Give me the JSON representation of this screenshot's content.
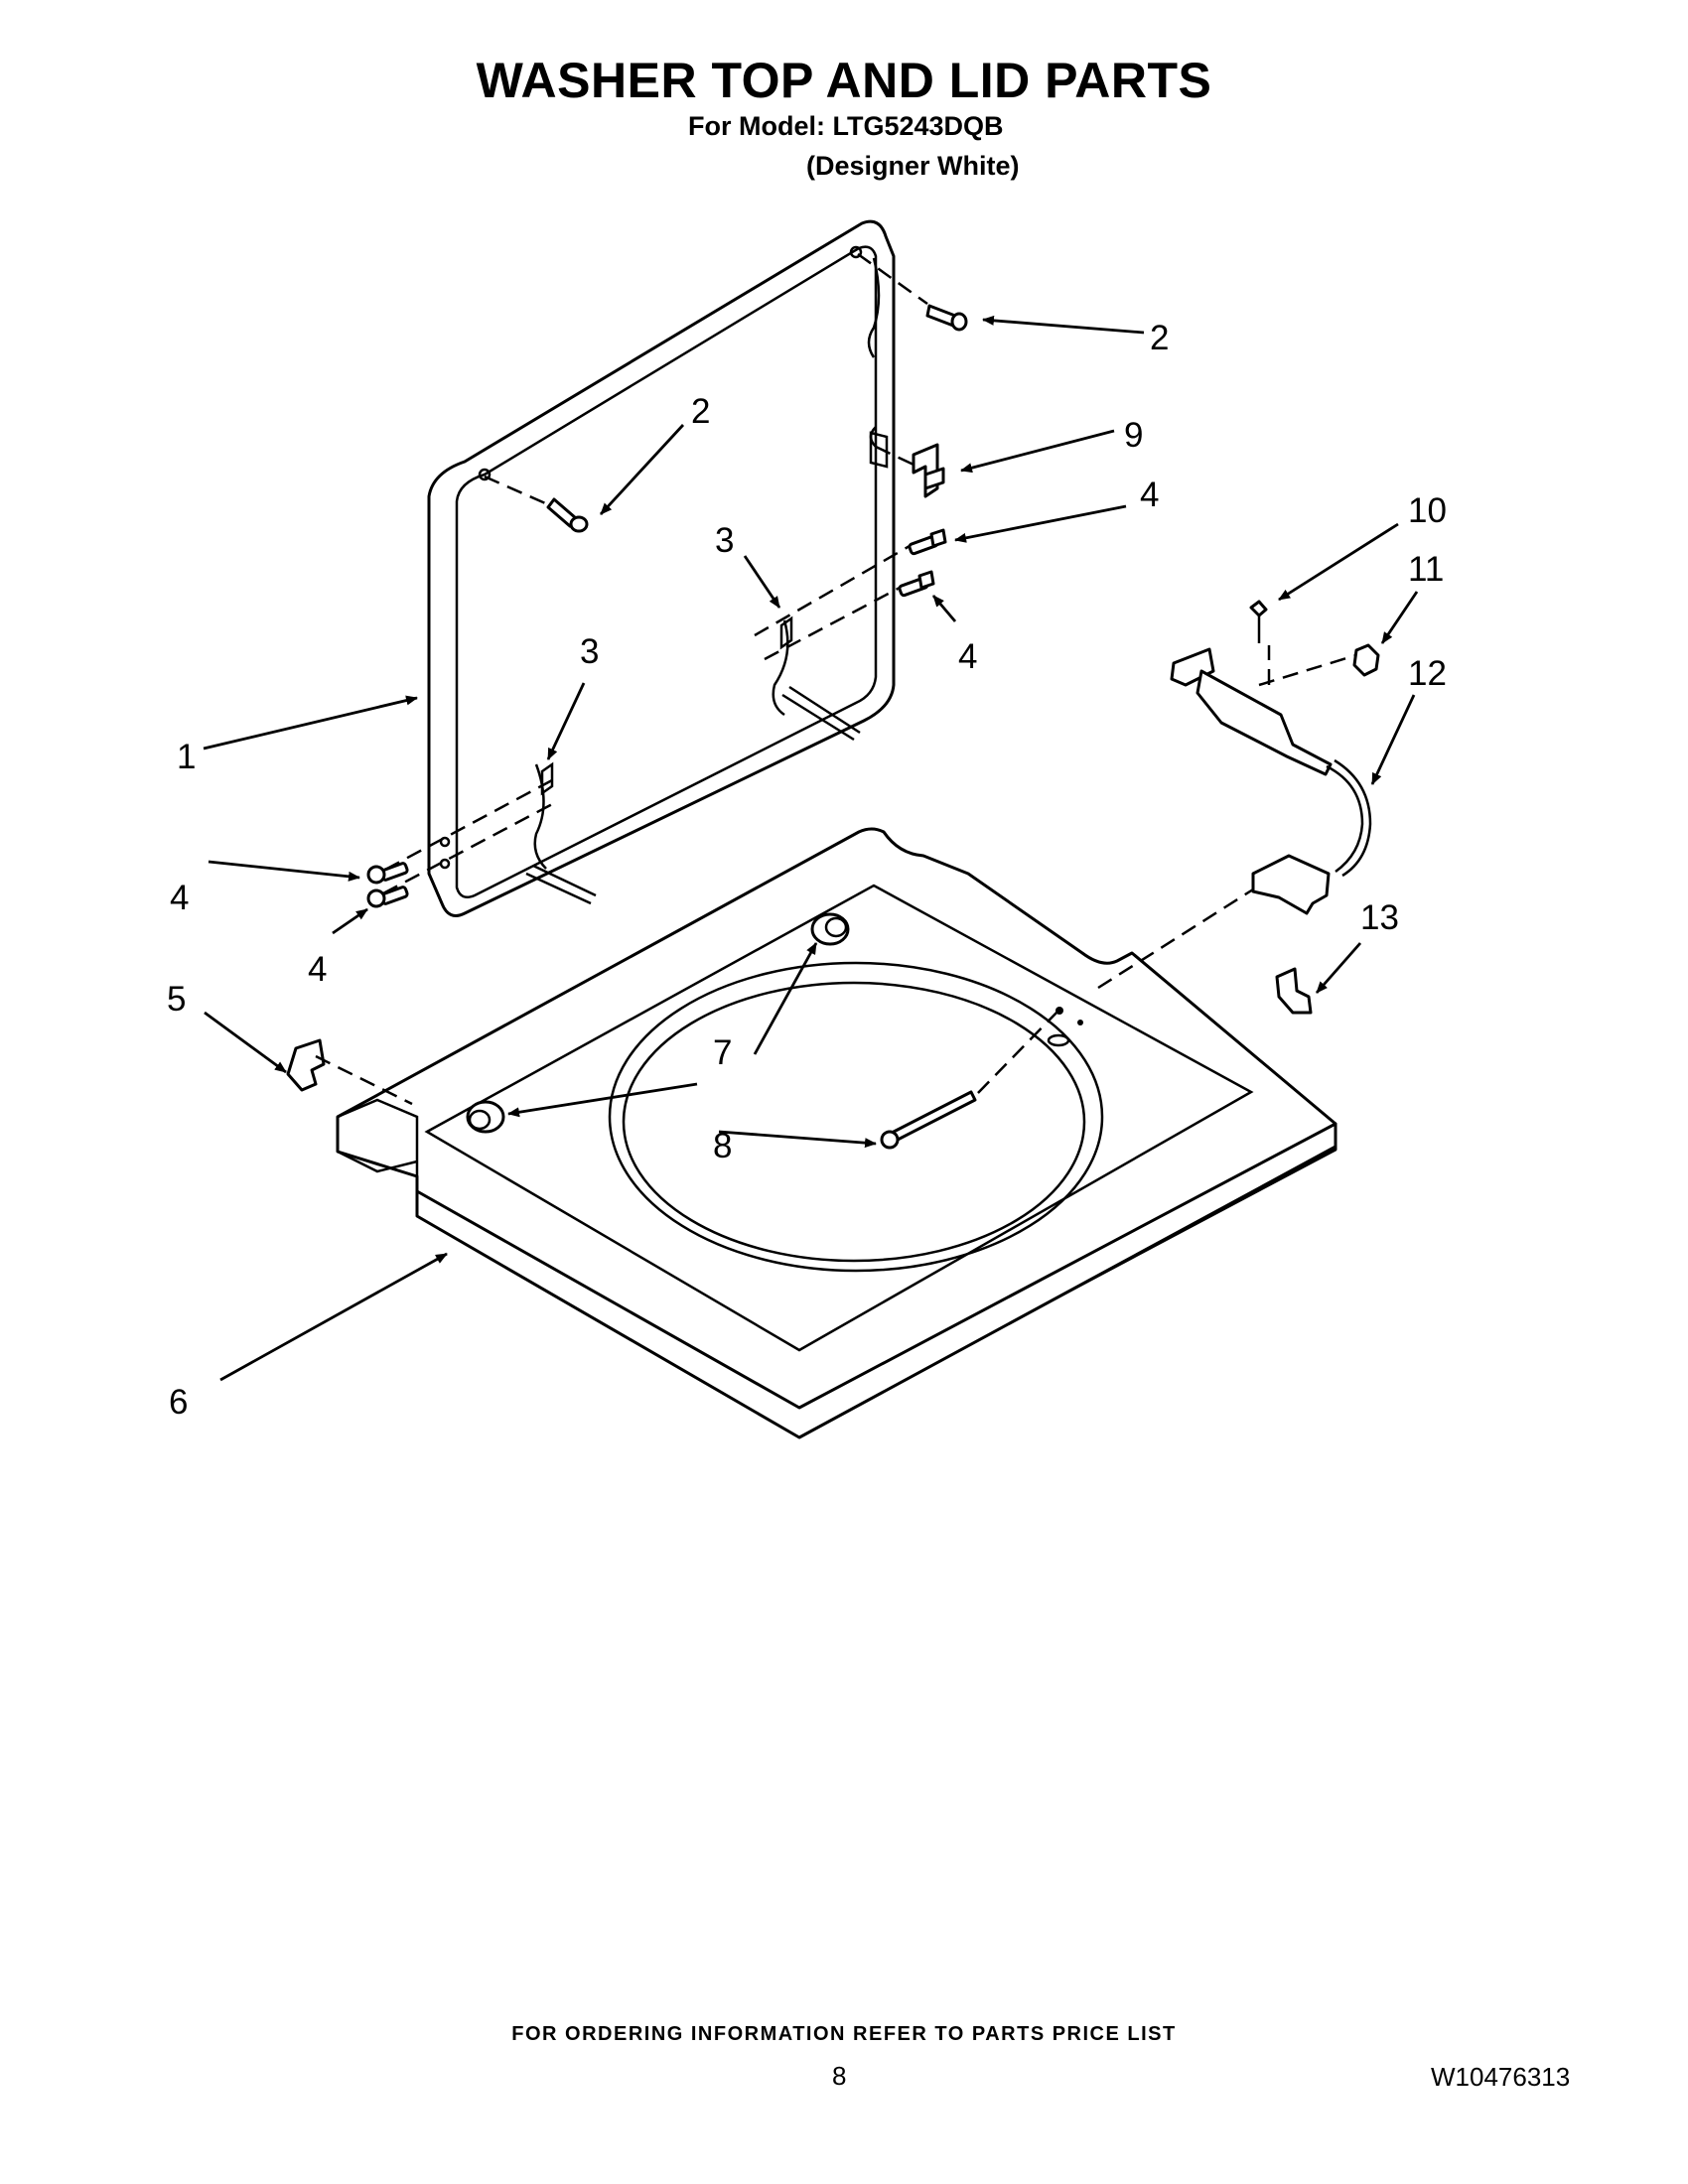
{
  "header": {
    "title": "WASHER TOP AND LID PARTS",
    "model_line": "For Model: LTG5243DQB",
    "color_line": "(Designer White)"
  },
  "callouts": [
    "1",
    "2",
    "2",
    "3",
    "3",
    "4",
    "4",
    "4",
    "4",
    "5",
    "6",
    "7",
    "8",
    "9",
    "10",
    "11",
    "12",
    "13"
  ],
  "footer": {
    "ordering_note": "FOR ORDERING INFORMATION REFER TO PARTS PRICE LIST",
    "page_number": "8",
    "document_number": "W10476313"
  }
}
